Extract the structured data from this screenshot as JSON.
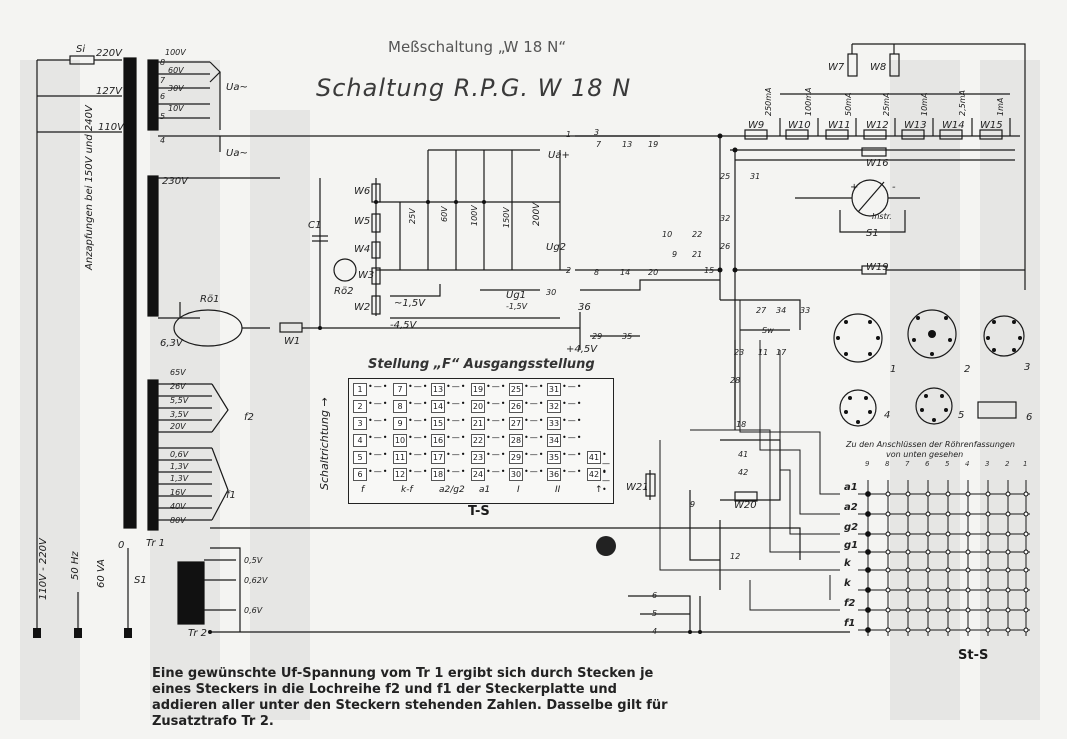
{
  "titles": {
    "measurement": "Meßschaltung „W 18 N“",
    "schematic": "Schaltung   R.P.G.   W 18 N",
    "position": "Stellung „F“ Ausgangsstellung",
    "switch_direction": "Schaltrichtung →",
    "ts": "T-S",
    "sts": "St-S"
  },
  "mains": {
    "fuse": "Si",
    "taps": [
      "220V",
      "127V",
      "110V"
    ],
    "tap_note": "Anzapfungen bei 150V und 240V",
    "supply": "110V - 220V",
    "freq": "50 Hz",
    "power": "60 VA",
    "switch": "S1",
    "zero": "0"
  },
  "transformer": {
    "tr1": "Tr 1",
    "tr2": "Tr 2",
    "ua_taps": [
      "100V",
      "60V",
      "30V",
      "10V"
    ],
    "ua_pins": [
      "8",
      "7",
      "6",
      "5",
      "4"
    ],
    "ua_ac": "Ua~",
    "ua_ac2": "Ua~",
    "hv": "230V",
    "f_taps": [
      "65V",
      "26V",
      "5,5V",
      "3,5V",
      "20V",
      "0,6V",
      "1,3V",
      "1,3V",
      "16V",
      "40V",
      "80V"
    ],
    "f2": "f2",
    "f1": "f1",
    "tr2_taps": [
      "0,5V",
      "0,62V",
      "0,6V"
    ],
    "tr2_pins": [
      "6",
      "5",
      "4"
    ]
  },
  "rectifier": {
    "tube": "Rö1",
    "tube2": "Rö2",
    "heater": "6,3V",
    "r1": "W1",
    "cap": "C1"
  },
  "divider": {
    "resistors": [
      "W6",
      "W5",
      "W4",
      "W3",
      "W2"
    ],
    "voltages": [
      "25V",
      "60V",
      "100V",
      "150V",
      "200V"
    ],
    "ua": "Ua+",
    "ug2": "Ug2",
    "ug1": "Ug1",
    "ug1_v": "-1,5V",
    "neg15": "~1,5V",
    "neg45": "-4,5V",
    "pos45": "+4,5V",
    "nodes": [
      "1",
      "7",
      "13",
      "19",
      "2",
      "8",
      "14",
      "20",
      "15",
      "30",
      "36",
      "29",
      "35",
      "10",
      "22",
      "9",
      "21",
      "3"
    ]
  },
  "meter": {
    "shunts": [
      "W9",
      "W10",
      "W11",
      "W12",
      "W13",
      "W14",
      "W15"
    ],
    "ranges": [
      "250mA",
      "100mA",
      "50mA",
      "25mA",
      "10mA",
      "2,5mA",
      "1mA"
    ],
    "w7": "W7",
    "w8": "W8",
    "w16": "W16",
    "w19": "W19",
    "w20": "W20",
    "w21": "W21",
    "instr": "Instr.",
    "s1": "S1",
    "plus": "+",
    "minus": "-",
    "contacts": [
      "25",
      "31",
      "32",
      "26",
      "27",
      "34",
      "33",
      "23",
      "11",
      "17",
      "28",
      "18",
      "41",
      "42",
      "9",
      "12"
    ],
    "sw": "Sw"
  },
  "table": {
    "rows": [
      {
        "n": [
          "1",
          "7",
          "13",
          "19",
          "25",
          "31"
        ]
      },
      {
        "n": [
          "2",
          "8",
          "14",
          "20",
          "26",
          "32"
        ]
      },
      {
        "n": [
          "3",
          "9",
          "15",
          "21",
          "27",
          "33"
        ]
      },
      {
        "n": [
          "4",
          "10",
          "16",
          "22",
          "28",
          "34"
        ]
      },
      {
        "n": [
          "5",
          "11",
          "17",
          "23",
          "29",
          "35",
          "41"
        ]
      },
      {
        "n": [
          "6",
          "12",
          "18",
          "24",
          "30",
          "36",
          "42"
        ]
      }
    ],
    "footer": [
      "f",
      "k-f",
      "a2/g2",
      "a1",
      "I",
      "II",
      "↑"
    ]
  },
  "sockets": {
    "labels": [
      "1",
      "2",
      "3",
      "4",
      "5",
      "6"
    ],
    "caption1": "Zu den Anschlüssen der Röhrenfassungen",
    "caption2": "von unten gesehen",
    "cols": [
      "9",
      "8",
      "7",
      "6",
      "5",
      "4",
      "3",
      "2",
      "1"
    ],
    "rows": [
      "a1",
      "a2",
      "g2",
      "g1",
      "k",
      "k",
      "f2",
      "f1"
    ]
  },
  "note": "Eine gewünschte Uf-Spannung vom Tr 1 ergibt sich durch Stecken je eines Steckers in die Lochreihe f2 und f1 der Steckerplatte und addieren aller unter den Steckern stehenden Zahlen. Dasselbe gilt für Zusatztrafo Tr 2."
}
